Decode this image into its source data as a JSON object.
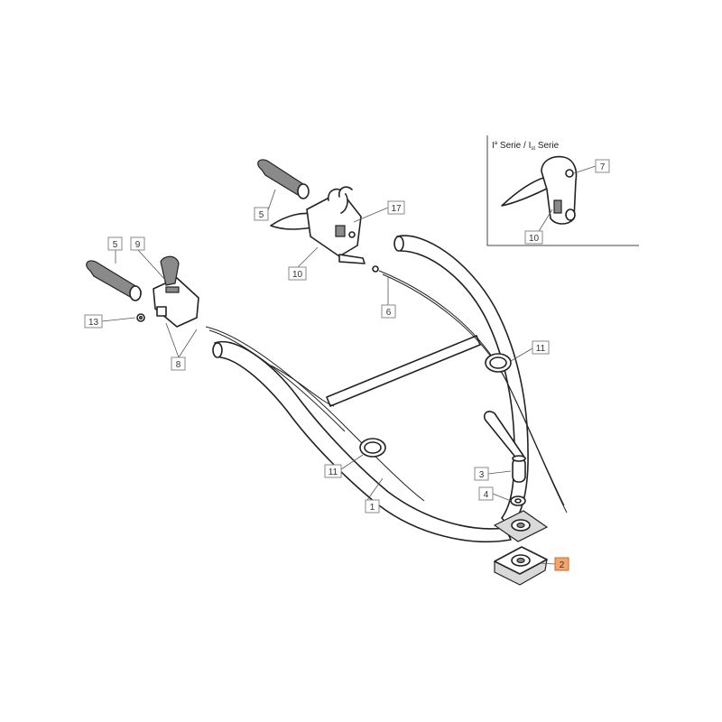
{
  "inset": {
    "title_pre": "I",
    "title_sup1": "a",
    "title_mid": " Serie / I",
    "title_sub": "st",
    "title_post": " Serie"
  },
  "callouts": [
    {
      "id": "c-5a",
      "label": "5",
      "highlight": false
    },
    {
      "id": "c-17",
      "label": "17",
      "highlight": false
    },
    {
      "id": "c-10a",
      "label": "10",
      "highlight": false
    },
    {
      "id": "c-5b",
      "label": "5",
      "highlight": false
    },
    {
      "id": "c-9",
      "label": "9",
      "highlight": false
    },
    {
      "id": "c-13",
      "label": "13",
      "highlight": false
    },
    {
      "id": "c-8",
      "label": "8",
      "highlight": false
    },
    {
      "id": "c-6",
      "label": "6",
      "highlight": false
    },
    {
      "id": "c-11a",
      "label": "11",
      "highlight": false
    },
    {
      "id": "c-11b",
      "label": "11",
      "highlight": false
    },
    {
      "id": "c-1",
      "label": "1",
      "highlight": false
    },
    {
      "id": "c-3",
      "label": "3",
      "highlight": false
    },
    {
      "id": "c-4",
      "label": "4",
      "highlight": false
    },
    {
      "id": "c-2",
      "label": "2",
      "highlight": true
    },
    {
      "id": "c-7",
      "label": "7",
      "highlight": false
    },
    {
      "id": "c-10b",
      "label": "10",
      "highlight": false
    }
  ],
  "colors": {
    "highlight_fill": "#f3a56d",
    "line": "#222222"
  }
}
